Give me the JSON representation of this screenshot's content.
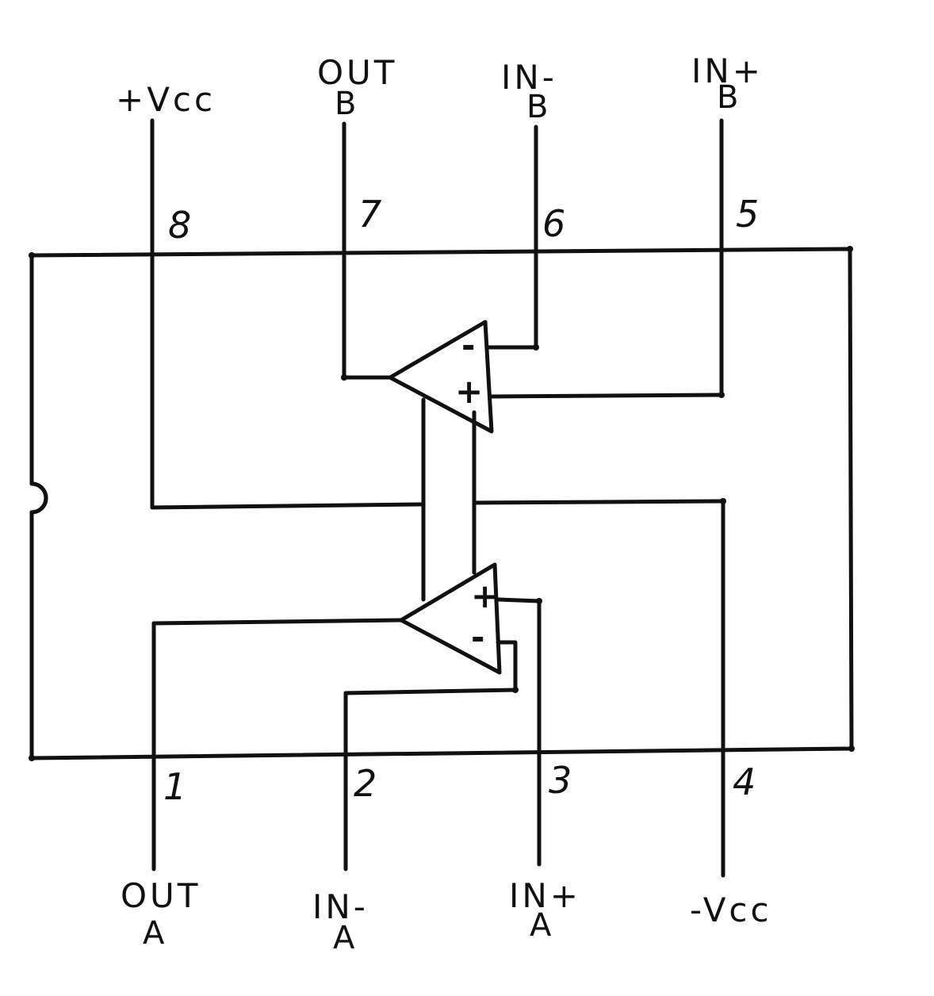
{
  "pins": {
    "p8": {
      "number": "8",
      "name": "+Vcc",
      "sub": ""
    },
    "p7": {
      "number": "7",
      "name": "OUT",
      "sub": "B"
    },
    "p6": {
      "number": "6",
      "name": "IN-",
      "sub": "B"
    },
    "p5": {
      "number": "5",
      "name": "IN+",
      "sub": "B"
    },
    "p1": {
      "number": "1",
      "name": "OUT",
      "sub": "A"
    },
    "p2": {
      "number": "2",
      "name": "IN-",
      "sub": "A"
    },
    "p3": {
      "number": "3",
      "name": "IN+",
      "sub": "A"
    },
    "p4": {
      "number": "4",
      "name": "-Vcc",
      "sub": ""
    }
  },
  "amp_b": {
    "minus": "-",
    "plus": "+"
  },
  "amp_a": {
    "plus": "+",
    "minus": "-"
  },
  "colors": {
    "ink": "#111111",
    "paper": "#ffffff"
  }
}
